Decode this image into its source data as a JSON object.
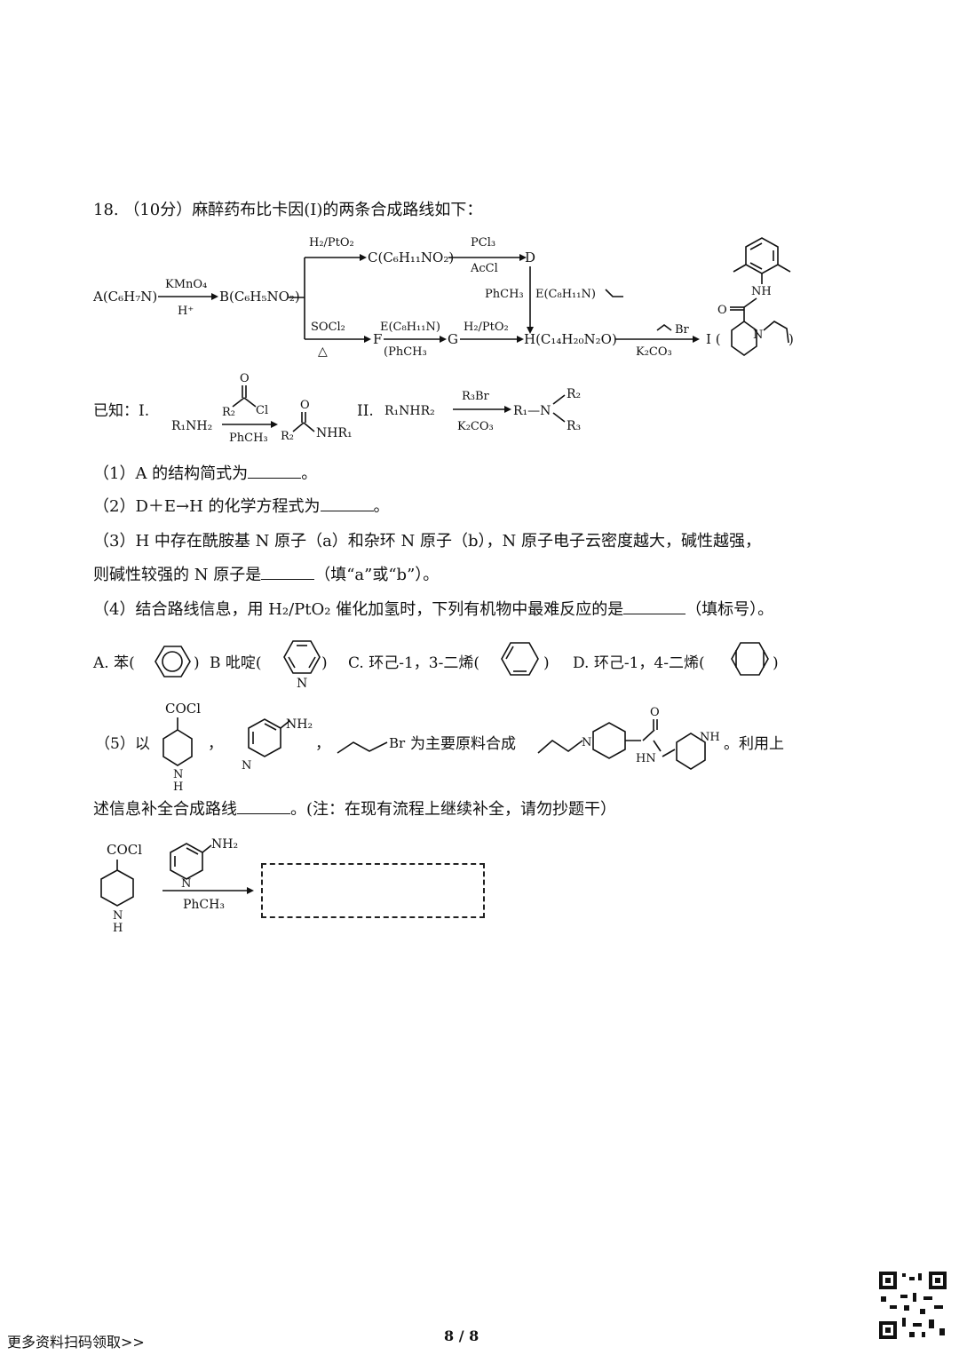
{
  "question": {
    "header": "18. （10分）麻醉药布比卡因(I)的两条合成路线如下：",
    "scheme": {
      "A": "A(C₆H₇N)",
      "kmno4": "KMnO₄",
      "hplus": "H⁺",
      "B": "B(C₆H₅NO₂)",
      "h2pto2_top": "H₂/PtO₂",
      "C": "C(C₆H₁₁NO₂)",
      "pcl3": "PCl₃",
      "accl": "AcCl",
      "D": "D",
      "phch3_side": "PhCH₃",
      "E_side": "E(C₈H₁₁N)",
      "socl2": "SOCl₂",
      "delta": "△",
      "F": "F",
      "E_bottom": "E(C₈H₁₁N)",
      "phch3_bottom": "(PhCH₃",
      "G": "G",
      "h2pto2_bottom": "H₂/PtO₂",
      "H": "H(C₁₄H₂₀N₂O)",
      "br_reagent": "Br",
      "k2co3": "K₂CO₃",
      "I_label": "I (",
      "I_close": ")",
      "NH": "NH",
      "O": "O",
      "N": "N"
    },
    "known": {
      "label": "已知：I.",
      "r1nh2": "R₁NH₂",
      "O_top": "O",
      "r2_cl": "R₂",
      "cl": "Cl",
      "phch3": "PhCH₃",
      "O_prod": "O",
      "r2_prod": "R₂",
      "nhr1": "NHR₁",
      "label2": "II.",
      "r1nhr2": "R₁NHR₂",
      "r3br": "R₃Br",
      "k2co3": "K₂CO₃",
      "r1n": "R₁—N",
      "r2": "R₂",
      "r3": "R₃"
    },
    "sub1": "（1）A 的结构简式为",
    "sub1_end": "。",
    "sub2": "（2）D＋E→H 的化学方程式为",
    "sub2_end": "。",
    "sub3_a": "（3）H 中存在酰胺基 N 原子（a）和杂环 N 原子（b），N 原子电子云密度越大，碱性越强，",
    "sub3_b": "则碱性较强的 N 原子是",
    "sub3_b_end": "（填“a”或“b”）。",
    "sub4": "（4）结合路线信息，用 H₂/PtO₂ 催化加氢时，下列有机物中最难反应的是",
    "sub4_end": "（填标号）。",
    "options": {
      "A": "A. 苯(",
      "A_end": ")",
      "B": "B  吡啶(",
      "B_end": ")",
      "B_N": "N",
      "C": "C. 环己-1，3-二烯(",
      "C_end": ")",
      "D": "D. 环己-1，4-二烯(",
      "D_end": ")"
    },
    "sub5": {
      "prefix": "（5）以",
      "cocl": "COCl",
      "N": "N",
      "H": "H",
      "comma1": "，",
      "nh2": "NH₂",
      "pyN": "N",
      "comma2": "，",
      "br": "Br",
      "middle": "为主要原料合成",
      "target_N1": "N",
      "target_O": "O",
      "target_HN": "HN",
      "target_NH": "NH",
      "suffix": "。利用上",
      "line2": "述信息补全合成路线",
      "line2_end": "。(注：在现有流程上继续补全，请勿抄题干）"
    },
    "route": {
      "cocl": "COCl",
      "N": "N",
      "H": "H",
      "nh2": "NH₂",
      "pyN": "N",
      "phch3": "PhCH₃"
    }
  },
  "footer": {
    "left": "更多资料扫码领取>>",
    "page": "8 / 8"
  }
}
